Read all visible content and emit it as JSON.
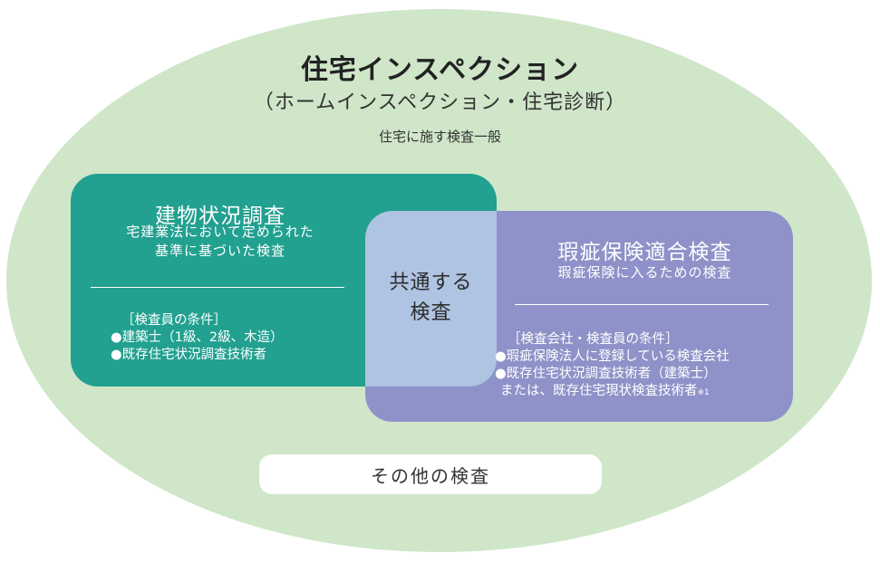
{
  "title": "住宅インスペクション",
  "subtitle": "（ホームインスペクション・住宅診断）",
  "note": "住宅に施す検査一般",
  "building_survey": {
    "title": "建物状況調査",
    "desc_line1": "宅建業法において定められた",
    "desc_line2": "基準に基づいた検査",
    "conditions_header": "［検査員の条件］",
    "conditions": [
      "●建築士（1級、2級、木造）",
      "●既存住宅状況調査技術者"
    ]
  },
  "common": {
    "line1": "共通する",
    "line2": "検査"
  },
  "defect_insurance": {
    "title": "瑕疵保険適合検査",
    "desc": "瑕疵保険に入るための検査",
    "conditions_header": "［検査会社・検査員の条件］",
    "conditions": [
      "●瑕疵保険法人に登録している検査会社",
      "●既存住宅状況調査技術者（建築士）",
      "または、既存住宅現状検査技術者"
    ],
    "footnote_mark": "※1"
  },
  "other": "その他の検査",
  "colors": {
    "outer": "#cfe6c9",
    "teal": "#22a090",
    "purple": "#8e92c8",
    "overlap": "#afc3e2"
  }
}
